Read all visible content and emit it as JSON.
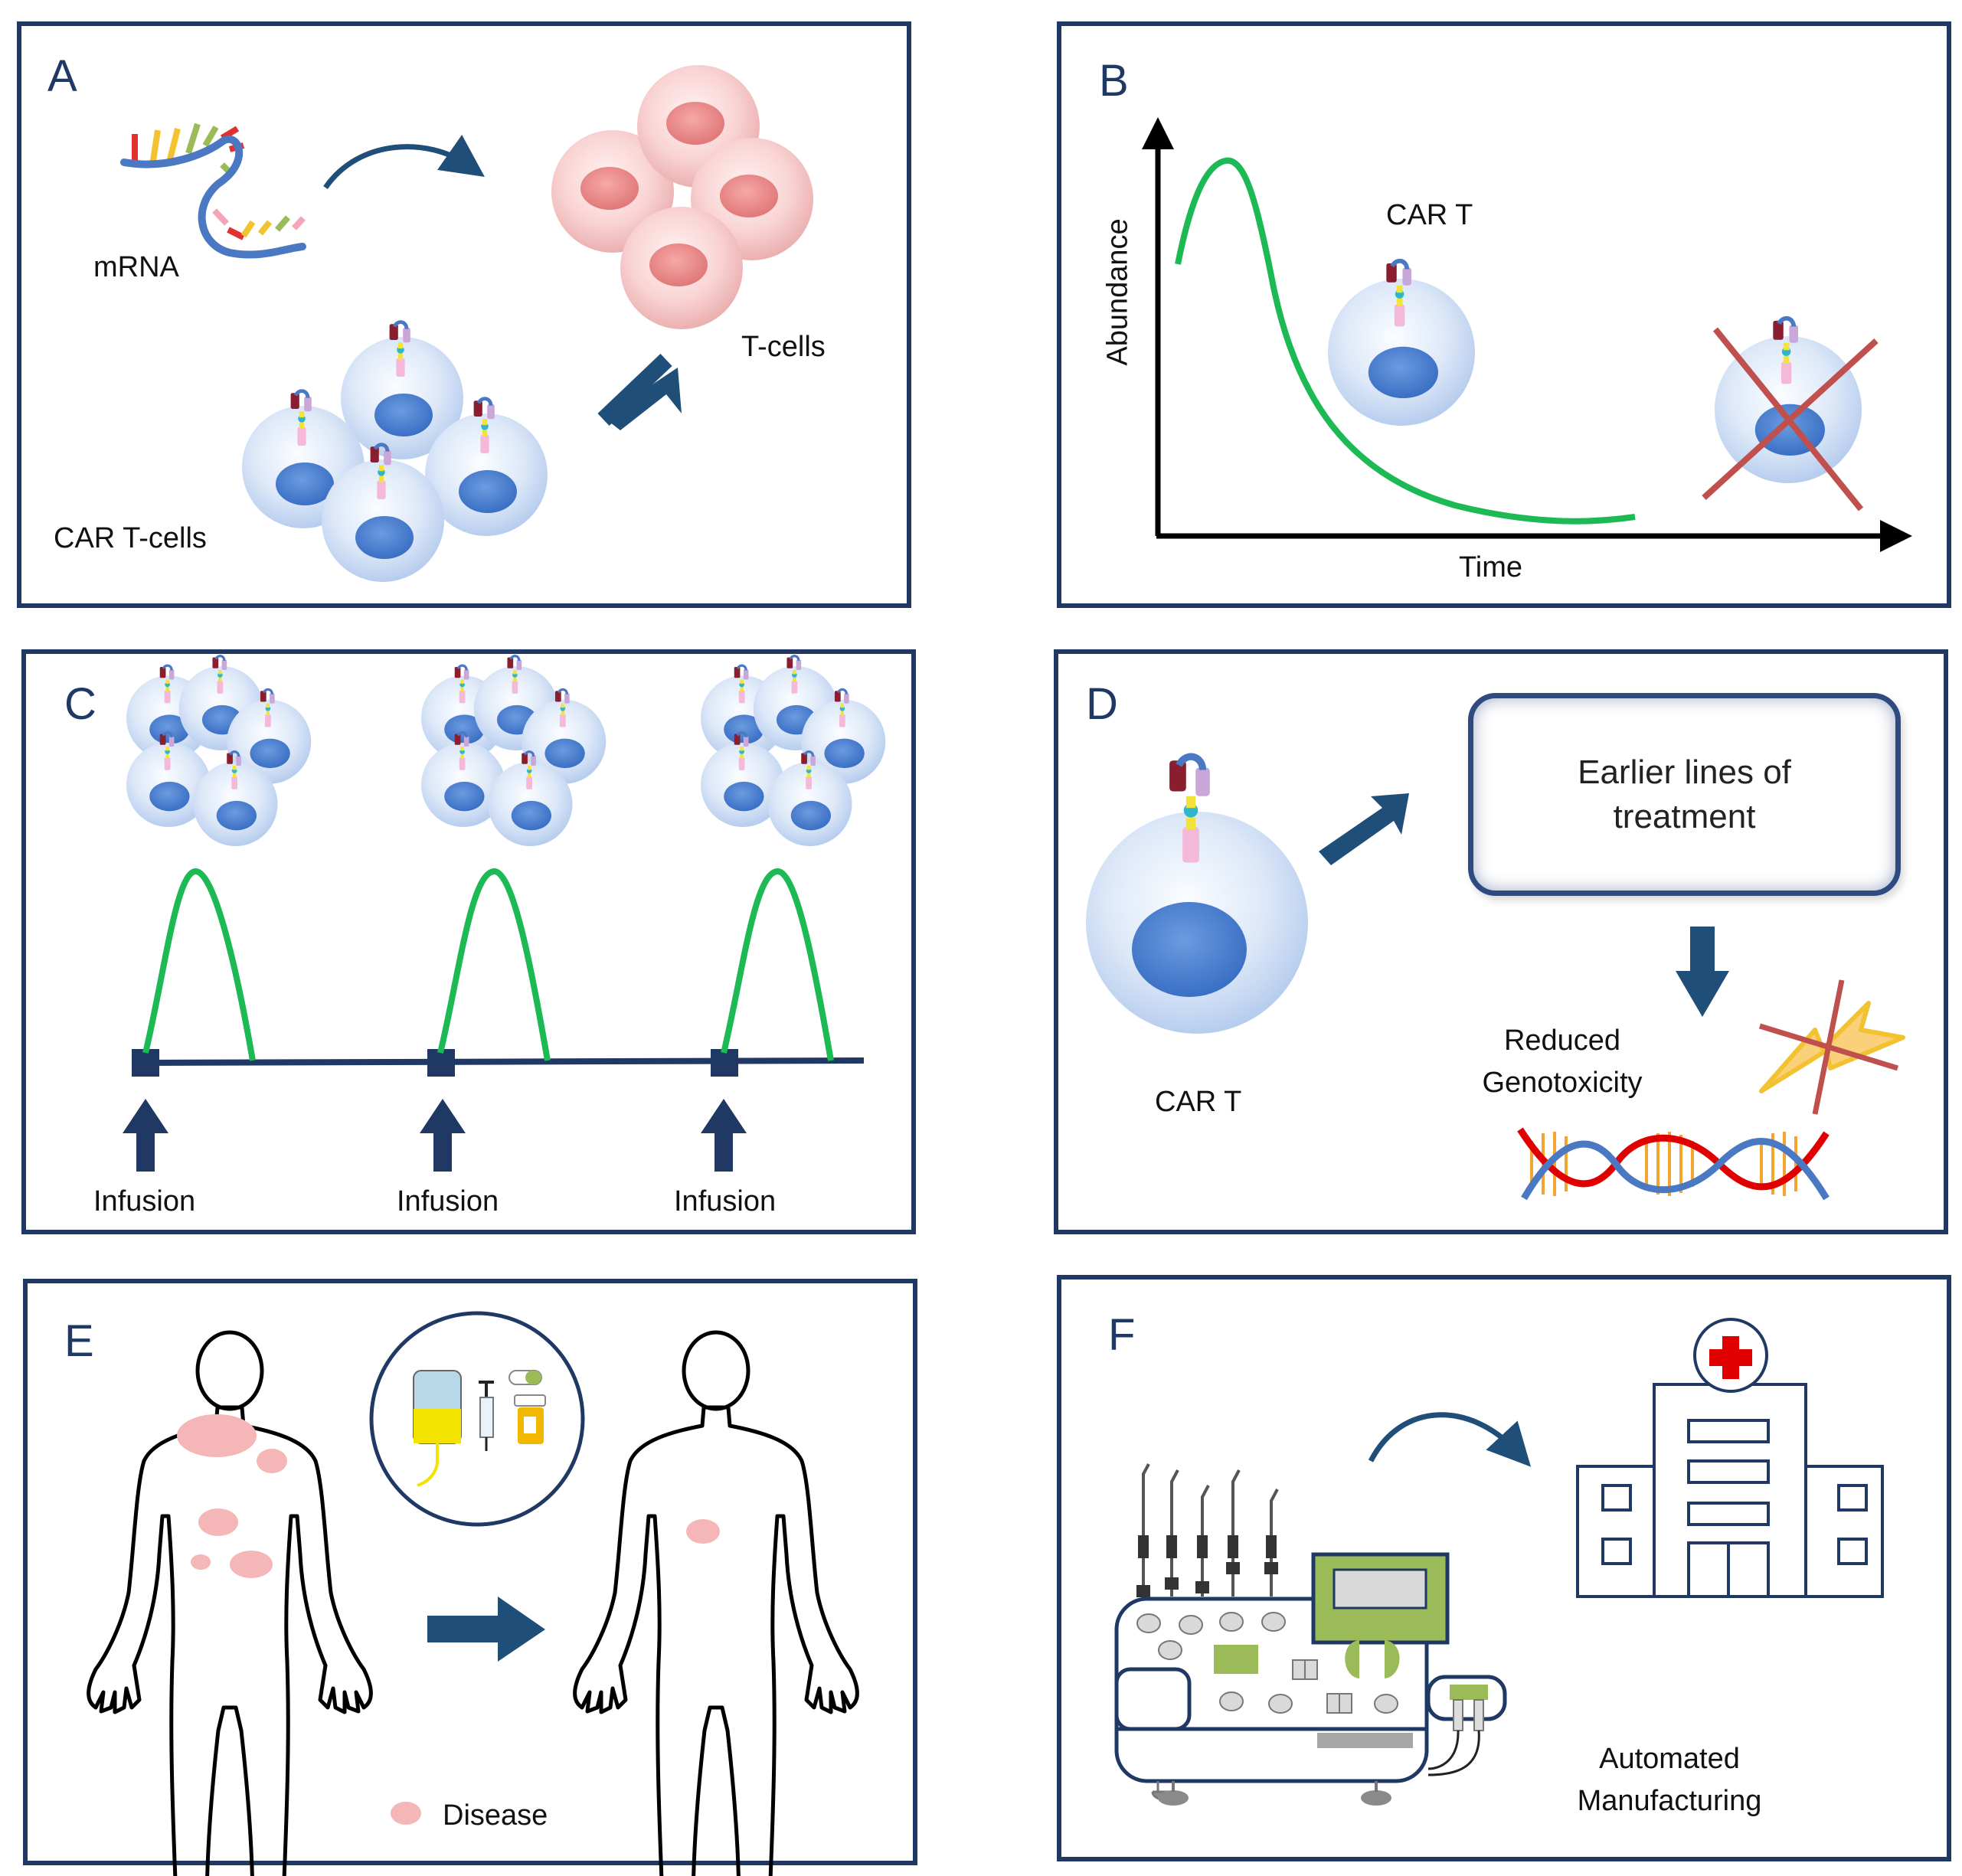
{
  "panels": {
    "a": {
      "letter": "A",
      "mrna": "mRNA",
      "tcells": "T-cells",
      "car_tcells": "CAR T-cells"
    },
    "b": {
      "letter": "B",
      "ylabel": "Abundance",
      "xlabel": "Time",
      "car_t": "CAR T"
    },
    "c": {
      "letter": "C",
      "infusion_1": "Infusion",
      "infusion_2": "Infusion",
      "infusion_3": "Infusion"
    },
    "d": {
      "letter": "D",
      "box_line1": "Earlier lines of",
      "box_line2": "treatment",
      "reduced_line1": "Reduced",
      "reduced_line2": "Genotoxicity",
      "car_t": "CAR T"
    },
    "e": {
      "letter": "E",
      "legend": "Disease"
    },
    "f": {
      "letter": "F",
      "line1": "Automated",
      "line2": "Manufacturing"
    }
  },
  "colors": {
    "border": "#1F3864",
    "arrow": "#1F4E79",
    "curve": "#1DB954",
    "cross": "#C0504D",
    "disease": "#F4B6B6",
    "hospital_cross": "#E00000",
    "machine_green": "#9BBB59"
  },
  "icons": [
    "mrna-strand-icon",
    "t-cell-icon",
    "car-t-cell-icon",
    "cross-out-icon",
    "lightning-icon",
    "dna-helix-icon",
    "body-outline-icon",
    "iv-bag-icon",
    "syringe-icon",
    "pill-icon",
    "pill-bottle-icon",
    "hospital-icon",
    "manufacturing-machine-icon"
  ]
}
